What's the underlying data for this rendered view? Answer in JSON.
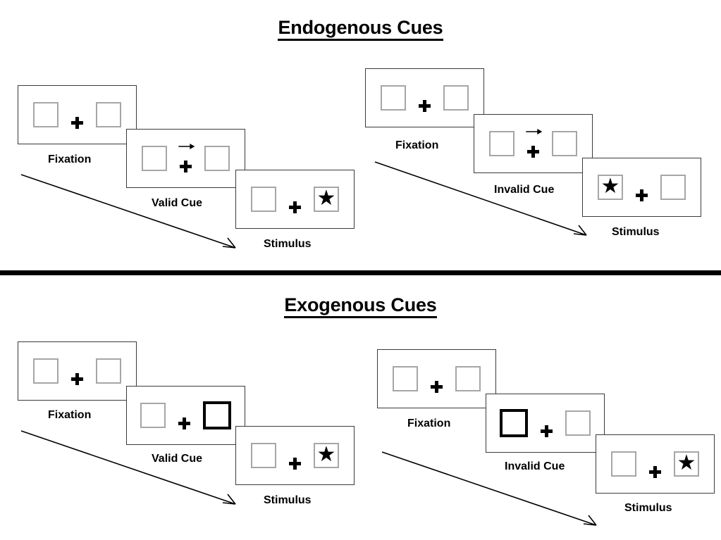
{
  "sections": [
    {
      "id": "endogenous",
      "title": "Endogenous Cues",
      "columns": [
        {
          "id": "valid",
          "panels": [
            {
              "caption": "Fixation",
              "left_box": "empty",
              "right_box": "empty",
              "cue": "none"
            },
            {
              "caption": "Valid Cue",
              "left_box": "empty",
              "right_box": "empty",
              "cue": "arrow-right"
            },
            {
              "caption": "Stimulus",
              "left_box": "empty",
              "right_box": "star",
              "cue": "none"
            }
          ]
        },
        {
          "id": "invalid",
          "panels": [
            {
              "caption": "Fixation",
              "left_box": "empty",
              "right_box": "empty",
              "cue": "none"
            },
            {
              "caption": "Invalid Cue",
              "left_box": "empty",
              "right_box": "empty",
              "cue": "arrow-right"
            },
            {
              "caption": "Stimulus",
              "left_box": "star",
              "right_box": "empty",
              "cue": "none"
            }
          ]
        }
      ]
    },
    {
      "id": "exogenous",
      "title": "Exogenous Cues",
      "columns": [
        {
          "id": "valid",
          "panels": [
            {
              "caption": "Fixation",
              "left_box": "empty",
              "right_box": "empty",
              "cue": "none"
            },
            {
              "caption": "Valid Cue",
              "left_box": "empty",
              "right_box": "cued",
              "cue": "none"
            },
            {
              "caption": "Stimulus",
              "left_box": "empty",
              "right_box": "star",
              "cue": "none"
            }
          ]
        },
        {
          "id": "invalid",
          "panels": [
            {
              "caption": "Fixation",
              "left_box": "empty",
              "right_box": "empty",
              "cue": "none"
            },
            {
              "caption": "Invalid Cue",
              "left_box": "cued",
              "right_box": "empty",
              "cue": "none"
            },
            {
              "caption": "Stimulus",
              "left_box": "empty",
              "right_box": "star",
              "cue": "none"
            }
          ]
        }
      ]
    }
  ],
  "glyphs": {
    "star": "★"
  },
  "colors": {
    "panel_border": "#3a3a3a",
    "box_border": "#a6a6a6",
    "cued_box_border": "#000000",
    "ink": "#000000",
    "background": "#ffffff"
  }
}
